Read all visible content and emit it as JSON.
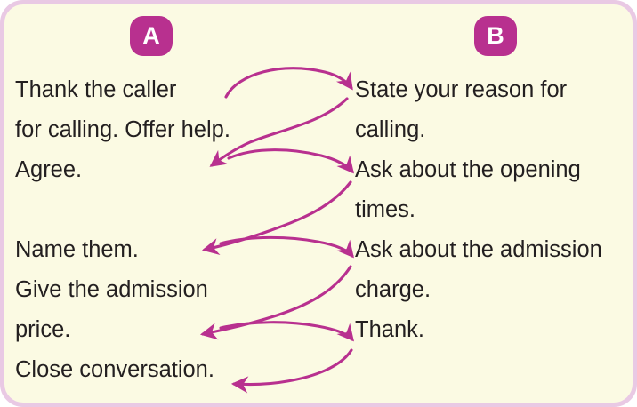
{
  "card": {
    "background_color": "#fbfae3",
    "border_color": "#e9c9e4",
    "accent_color": "#b8308f",
    "text_color": "#231f20"
  },
  "columns": {
    "a": {
      "badge_label": "A",
      "lines": [
        "Thank the caller",
        "for calling. Offer help.",
        "Agree.",
        "",
        "Name them.",
        "Give the admission",
        "price.",
        "Close conversation."
      ]
    },
    "b": {
      "badge_label": "B",
      "lines": [
        "State your reason for",
        "calling.",
        "Ask about the opening",
        "times.",
        "Ask about the admission",
        "charge.",
        "Thank.",
        ""
      ]
    }
  },
  "flow": {
    "arrows": [
      {
        "id": "a1-to-b1",
        "direction": "right",
        "from": "Thank the caller / for calling. Offer help.",
        "to": "State your reason for calling."
      },
      {
        "id": "b1-to-a2",
        "direction": "left",
        "from": "State your reason for calling.",
        "to": "Agree."
      },
      {
        "id": "a2-to-b2",
        "direction": "right",
        "from": "Agree.",
        "to": "Ask about the opening times."
      },
      {
        "id": "b2-to-a3",
        "direction": "left",
        "from": "Ask about the opening times.",
        "to": "Name them."
      },
      {
        "id": "a3-to-b3",
        "direction": "right",
        "from": "Name them. / Give the admission price.",
        "to": "Ask about the admission charge."
      },
      {
        "id": "b3-to-a4",
        "direction": "left",
        "from": "Ask about the admission charge.",
        "to": "price."
      },
      {
        "id": "a4-to-b4",
        "direction": "right",
        "from": "price.",
        "to": "Thank."
      },
      {
        "id": "b4-to-a5",
        "direction": "left",
        "from": "Thank.",
        "to": "Close conversation."
      }
    ]
  }
}
